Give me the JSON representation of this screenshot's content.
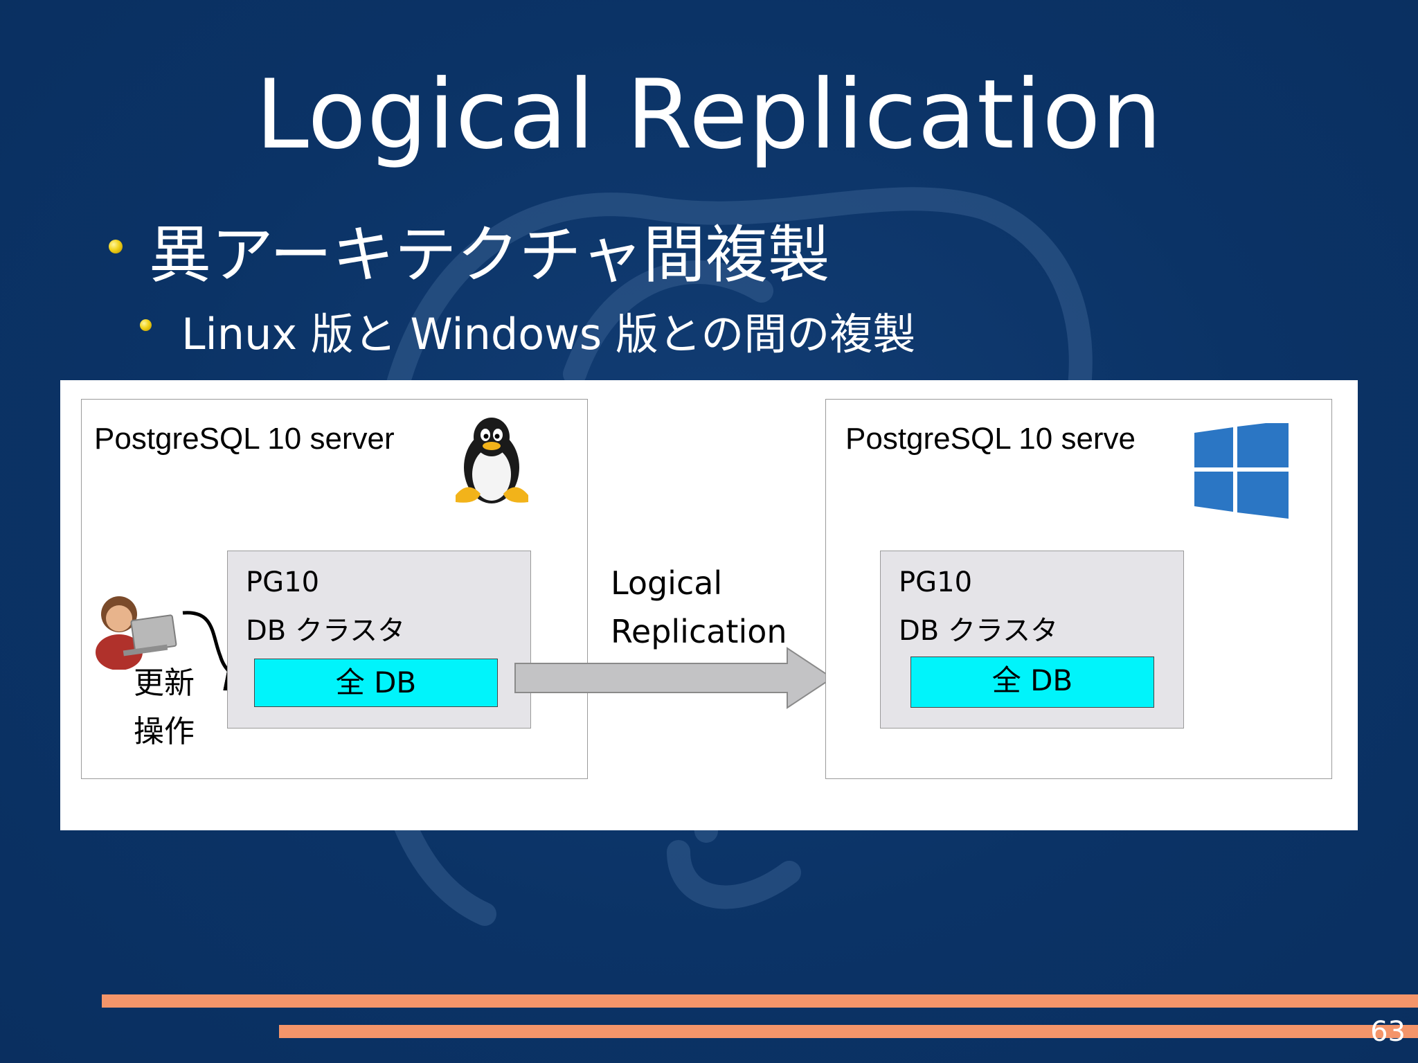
{
  "title": "Logical Replication",
  "bullets": {
    "level1": "異アーキテクチャ間複製",
    "level2": "Linux 版と Windows 版との間の複製"
  },
  "diagram": {
    "source": {
      "label": "PostgreSQL 10 server",
      "cluster_title": "PG10",
      "cluster_subtitle": "DB クラスタ",
      "db_label": "全 DB",
      "os_icon": "linux-penguin-icon"
    },
    "target": {
      "label": "PostgreSQL 10 serve",
      "cluster_title": "PG10",
      "cluster_subtitle": "DB クラスタ",
      "db_label": "全 DB",
      "os_icon": "windows-logo-icon"
    },
    "replication_line1": "Logical",
    "replication_line2": "Replication",
    "operation_line1": "更新",
    "operation_line2": "操作",
    "user_icon": "user-with-laptop-icon"
  },
  "page_number": "63",
  "colors": {
    "background": "#0c3467",
    "db_fill": "#00f4fb",
    "cluster_fill": "#e5e4e8",
    "accent_stripe": "#f4956a",
    "windows_blue": "#2b76c4"
  }
}
